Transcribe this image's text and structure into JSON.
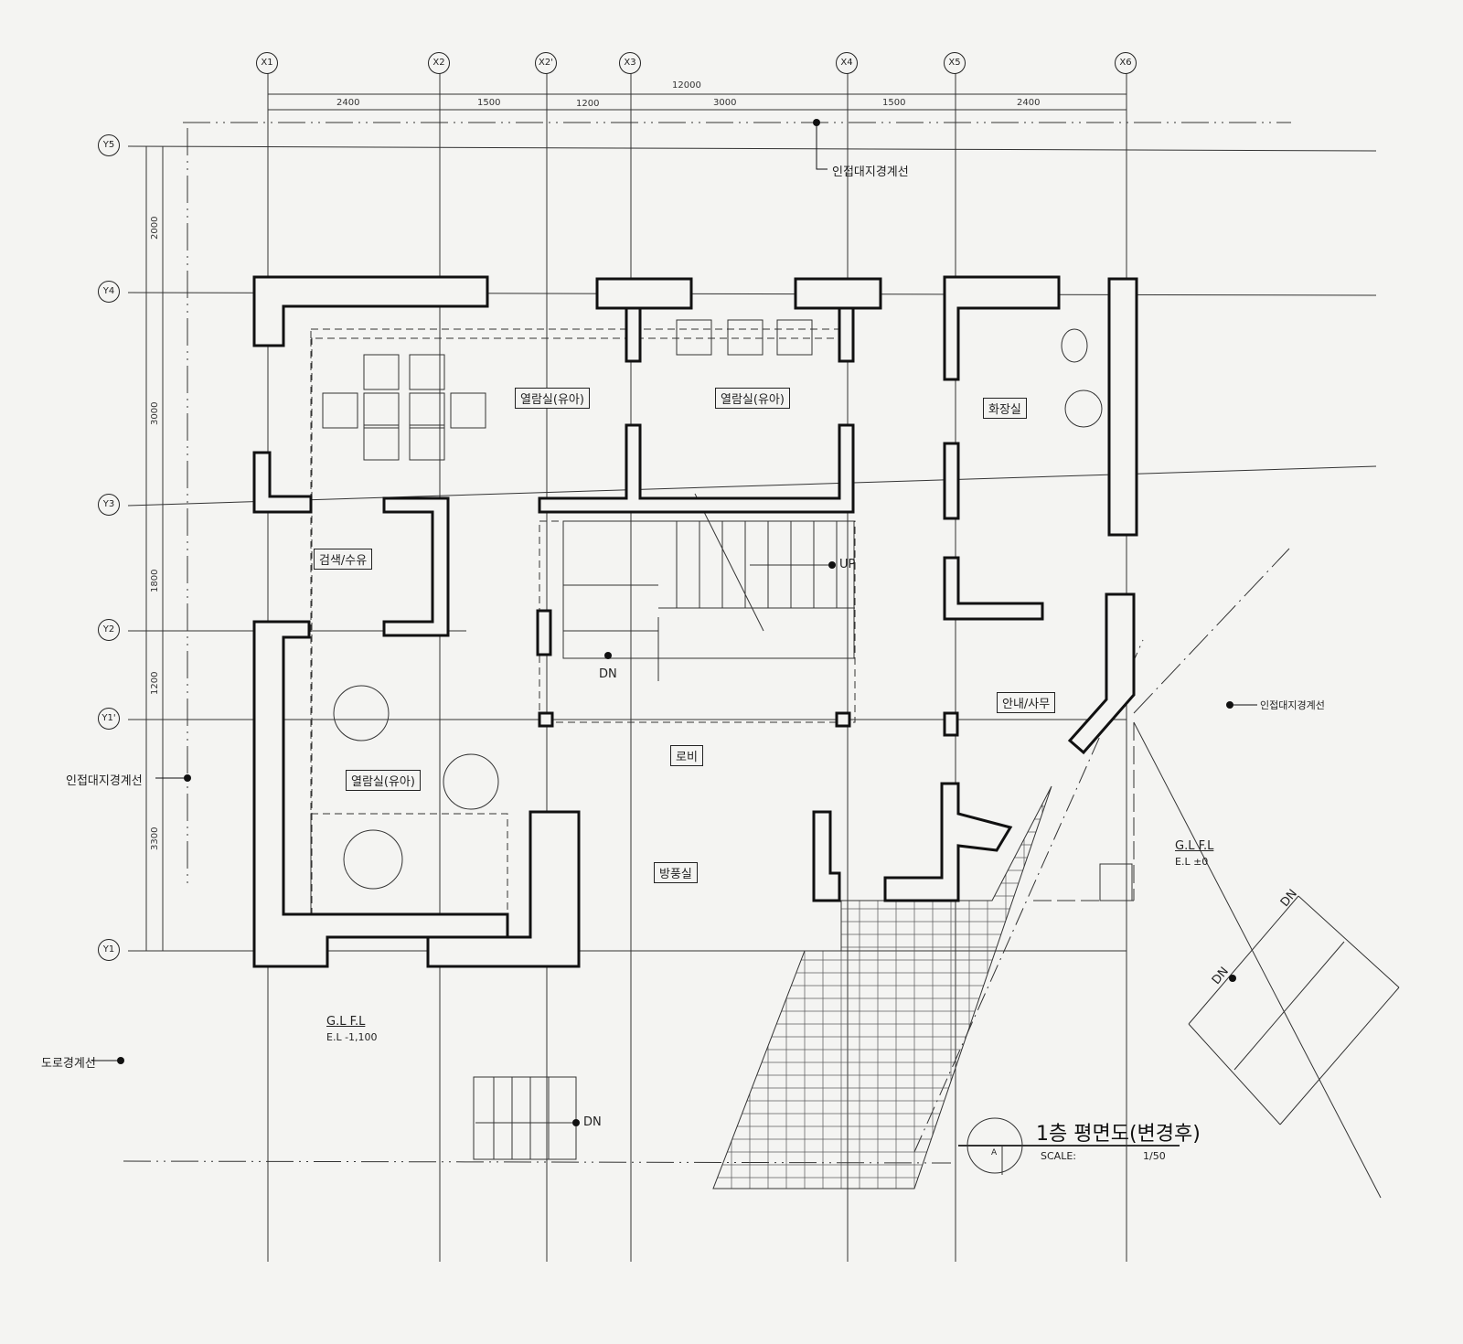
{
  "grid": {
    "x": [
      "X1",
      "X2",
      "X2'",
      "X3",
      "X4",
      "X5",
      "X6"
    ],
    "y": [
      "Y5",
      "Y4",
      "Y3",
      "Y2",
      "Y1'",
      "Y1"
    ]
  },
  "dimensions": {
    "total": "12000",
    "x_spans": [
      "2400",
      "1500",
      "1200",
      "3000",
      "1500",
      "2400"
    ],
    "y_spans": [
      "2000",
      "3000",
      "1800",
      "1200",
      "3300"
    ]
  },
  "rooms": {
    "reading_1": "열람실(유아)",
    "reading_2": "열람실(유아)",
    "reading_3": "열람실(유아)",
    "toilet": "화장실",
    "search": "검색/수유",
    "info": "안내/사무",
    "lobby": "로비",
    "windbreak": "방풍실"
  },
  "annotations": {
    "boundary_top": "인접대지경계선",
    "boundary_left": "인접대지경계선",
    "boundary_right": "인접대지경계선",
    "road_boundary": "도로경계선",
    "stair_up": "UP",
    "stair_dn": "DN",
    "outside_dn_1": "DN",
    "outside_dn_2": "DN",
    "outside_dn_3": "DN"
  },
  "levels": {
    "left": {
      "gl_fl": "G.L  F.L",
      "el": "E.L  -1,100"
    },
    "right": {
      "gl_fl": "G.L  F.L",
      "el": "E.L    ±0"
    }
  },
  "title_block": {
    "title": "1층 평면도(변경후)",
    "scale_label": "SCALE:",
    "scale_value": "1/50",
    "north_mark": "A"
  }
}
